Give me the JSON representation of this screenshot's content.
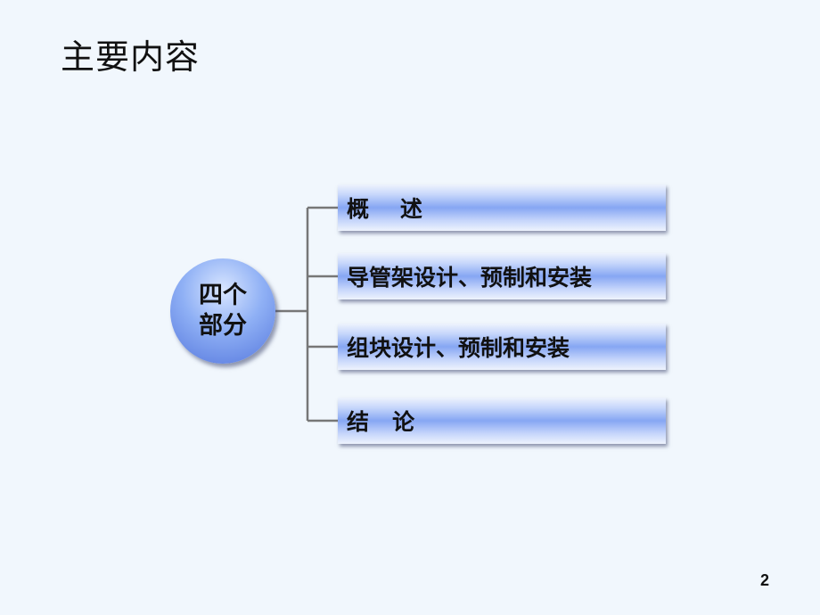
{
  "slide": {
    "title": "主要内容",
    "hub": {
      "line1": "四个",
      "line2": "部分"
    },
    "items": [
      {
        "label": "概    述"
      },
      {
        "label": "导管架设计、预制和安装"
      },
      {
        "label": "组块设计、预制和安装"
      },
      {
        "label": "结   论"
      }
    ],
    "page_number": "2"
  },
  "colors": {
    "background": "#f1f7fd",
    "box_blue": "#86a6f3",
    "connector_gray": "#777777"
  }
}
